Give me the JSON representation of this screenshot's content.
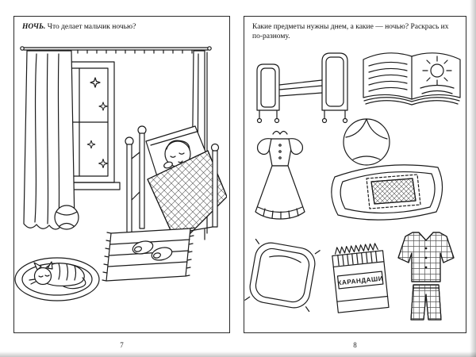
{
  "left_page": {
    "heading_bold": "НОЧЬ.",
    "heading_text": "Что делает мальчик ночью?",
    "page_number": "7"
  },
  "right_page": {
    "instruction": "Какие предметы нужны днем, а какие — ночью? Раскрась их по-разному.",
    "pencil_box_label": "КАРАНДАШИ",
    "page_number": "8"
  }
}
